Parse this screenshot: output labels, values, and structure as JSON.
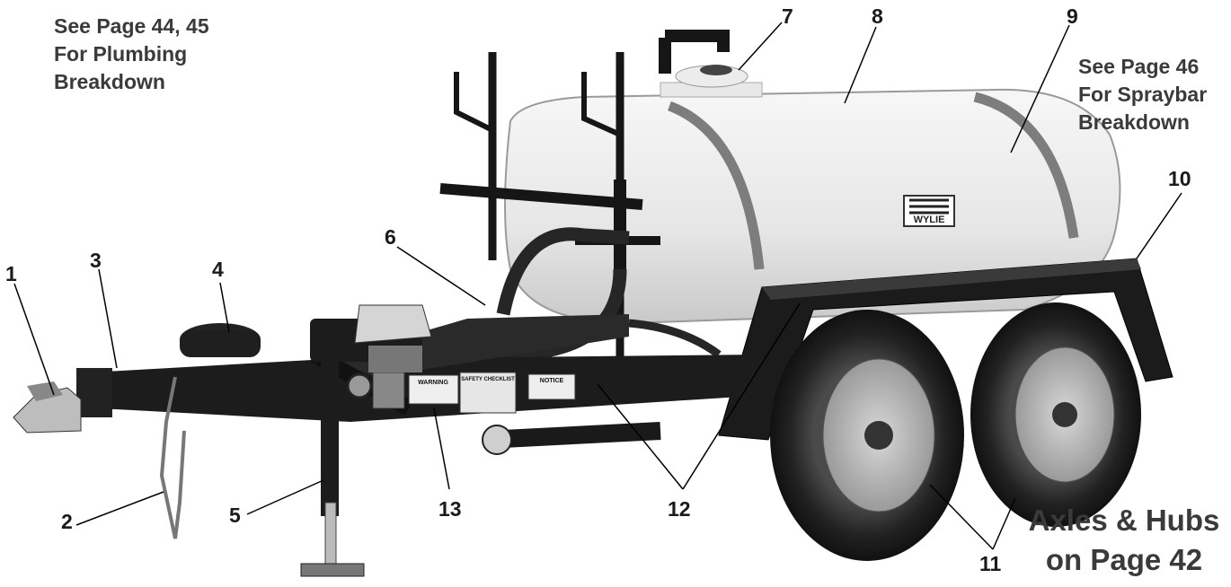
{
  "notes": {
    "plumbing": [
      "See Page 44, 45",
      "For Plumbing",
      "Breakdown"
    ],
    "spraybar": [
      "See Page 46",
      "For Spraybar",
      "Breakdown"
    ],
    "axles": [
      "Axles & Hubs",
      "on Page 42"
    ]
  },
  "tank_logo": "WYLIE",
  "callouts": [
    "1",
    "2",
    "3",
    "4",
    "5",
    "6",
    "7",
    "8",
    "9",
    "10",
    "11",
    "12",
    "13"
  ],
  "decals": {
    "warning": "WARNING",
    "safety": "SAFETY CHECKLIST",
    "notice": "NOTICE"
  },
  "colors": {
    "tank": "#ebebeb",
    "frame": "#1c1c1c",
    "text": "#3a3a3a"
  }
}
